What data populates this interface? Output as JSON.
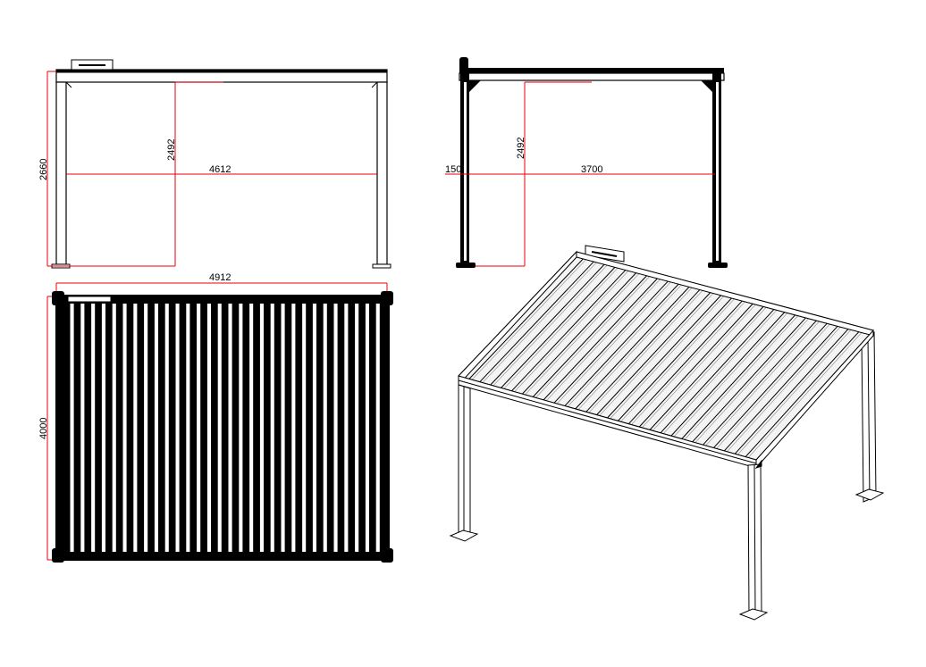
{
  "colors": {
    "dimension_line": "#e8000b",
    "frame": "#000000",
    "slat_fill": "#ffffff",
    "background": "#ffffff"
  },
  "views": {
    "front": {
      "height_total": "2660",
      "height_clear": "2492",
      "width_inner": "4612"
    },
    "side": {
      "height_clear": "2492",
      "offset": "150",
      "width_inner": "3700"
    },
    "top": {
      "width_total": "4912",
      "depth_total": "4000",
      "slat_count": 30
    },
    "iso": {
      "slat_count": 28
    }
  }
}
